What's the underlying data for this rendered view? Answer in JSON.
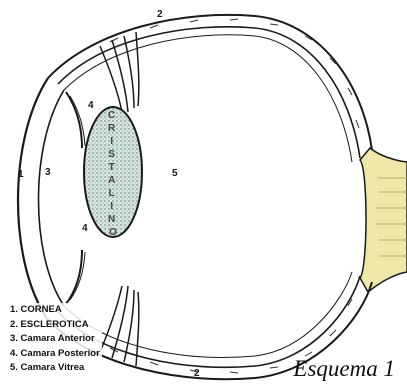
{
  "diagram": {
    "labels": {
      "cornea": "1",
      "sclera_top": "2",
      "sclera_bottom": "2",
      "anterior_chamber": "3",
      "posterior_chamber_top": "4",
      "posterior_chamber_bottom": "4",
      "vitreous_chamber": "5"
    },
    "lens_text": "CRISTALINO",
    "colors": {
      "lens_fill": "#c9ddd6",
      "optic_nerve": "#efe7a8",
      "outline": "#1a1a1a"
    }
  },
  "legend": [
    "1. CORNEA",
    "2. ESCLEROTICA",
    "3. Camara Anterior",
    "4. Camara Posterior",
    "5. Camara Vitrea"
  ],
  "caption": "Esquema 1"
}
